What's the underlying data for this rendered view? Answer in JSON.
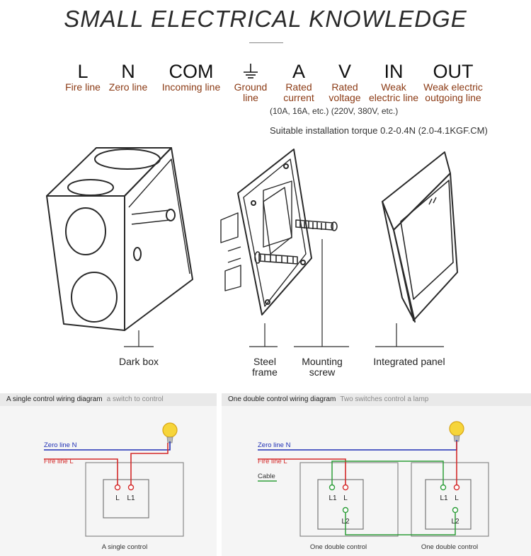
{
  "title": "SMALL ELECTRICAL KNOWLEDGE",
  "symbols": [
    {
      "symbol": "L",
      "desc1": "Fire line",
      "desc2": ""
    },
    {
      "symbol": "N",
      "desc1": "Zero line",
      "desc2": ""
    },
    {
      "symbol": "COM",
      "desc1": "Incoming line",
      "desc2": ""
    },
    {
      "symbol": "",
      "icon": "ground-icon",
      "desc1": "Ground",
      "desc2": "line"
    },
    {
      "symbol": "A",
      "desc1": "Rated",
      "desc2": "current"
    },
    {
      "symbol": "V",
      "desc1": "Rated",
      "desc2": "voltage"
    },
    {
      "symbol": "IN",
      "desc1": "Weak",
      "desc2": "electric line"
    },
    {
      "symbol": "OUT",
      "desc1": "Weak electric",
      "desc2": "outgoing line"
    }
  ],
  "notes": {
    "rated_values": "(10A, 16A, etc.) (220V, 380V, etc.)",
    "torque": "Suitable installation torque 0.2-0.4N (2.0-4.1KGF.CM)"
  },
  "parts": {
    "dark_box": "Dark box",
    "steel_frame_1": "Steel",
    "steel_frame_2": "frame",
    "mounting_screw_1": "Mounting",
    "mounting_screw_2": "screw",
    "integrated_panel": "Integrated panel"
  },
  "single_diagram": {
    "heading": "A single control wiring diagram",
    "subheading": "a switch to control",
    "zero_line": "Zero line N",
    "fire_line": "Fire line L",
    "terminal_l": "L",
    "terminal_l1": "L1",
    "caption": "A single control"
  },
  "double_diagram": {
    "heading": "One double control wiring diagram",
    "subheading": "Two switches control a lamp",
    "zero_line": "Zero line N",
    "fire_line": "Fire line L",
    "cable": "Cable",
    "left_l1": "L1",
    "left_l": "L",
    "left_l2": "L2",
    "right_l1": "L1",
    "right_l": "L",
    "right_l2": "L2",
    "caption_left": "One double control",
    "caption_right": "One double control"
  },
  "colors": {
    "zero_line": "#1f2fb5",
    "fire_line": "#d42a2a",
    "cable": "#2e9e3a",
    "symbol_desc": "#8b3a14"
  }
}
